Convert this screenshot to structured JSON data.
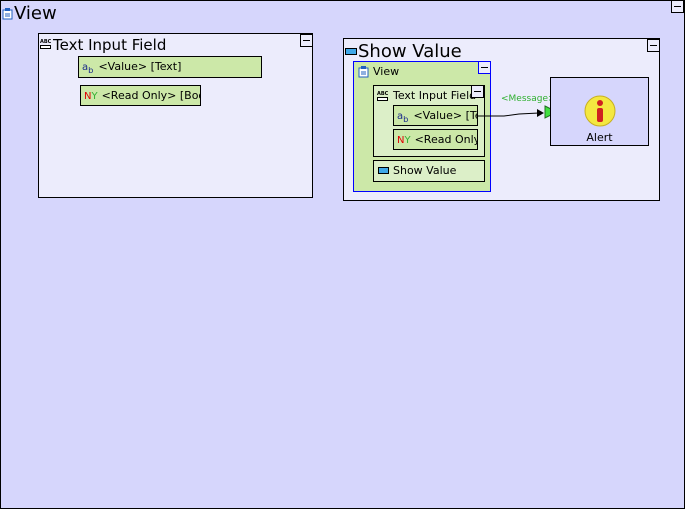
{
  "root": {
    "title": "View",
    "icon": "view-icon"
  },
  "left_component": {
    "title": "Text Input Field",
    "icon": "text-input-icon",
    "ports": [
      {
        "icon": "text-type-icon",
        "label": "<Value> [Text]"
      },
      {
        "icon": "boolean-type-icon",
        "label": "<Read Only> [Boolea"
      }
    ]
  },
  "right_component": {
    "title": "Show Value",
    "icon": "button-icon",
    "inner_view": {
      "title": "View",
      "text_input": {
        "title": "Text Input Field",
        "ports": [
          {
            "label": "<Value> [Tex"
          },
          {
            "label": "<Read Only>"
          }
        ]
      },
      "button_label": "Show Value"
    },
    "connection_label": "<Message>",
    "alert": {
      "label": "Alert",
      "icon": "info-icon"
    }
  },
  "colors": {
    "canvas": "#d6d6fc",
    "panel": "#ececfc",
    "port": "#cce8a8",
    "link": "#30b030",
    "view_border": "#0000ff"
  }
}
